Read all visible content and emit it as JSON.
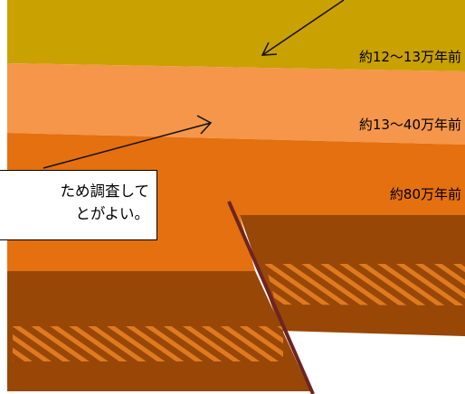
{
  "layers": {
    "top": {
      "label": "約12〜13万年前",
      "color": "#C9A100"
    },
    "middle": {
      "label": "約13〜40万年前",
      "color": "#F5964A"
    },
    "lower": {
      "label": "約80万年前",
      "color": "#E5700F"
    },
    "deep": {
      "color": "#984707"
    },
    "hatch": {
      "color": "#E07A1E"
    }
  },
  "fault": {
    "color": "#6E2424"
  },
  "callout": {
    "line1": "ため調査して",
    "line2": "とがよい。"
  }
}
